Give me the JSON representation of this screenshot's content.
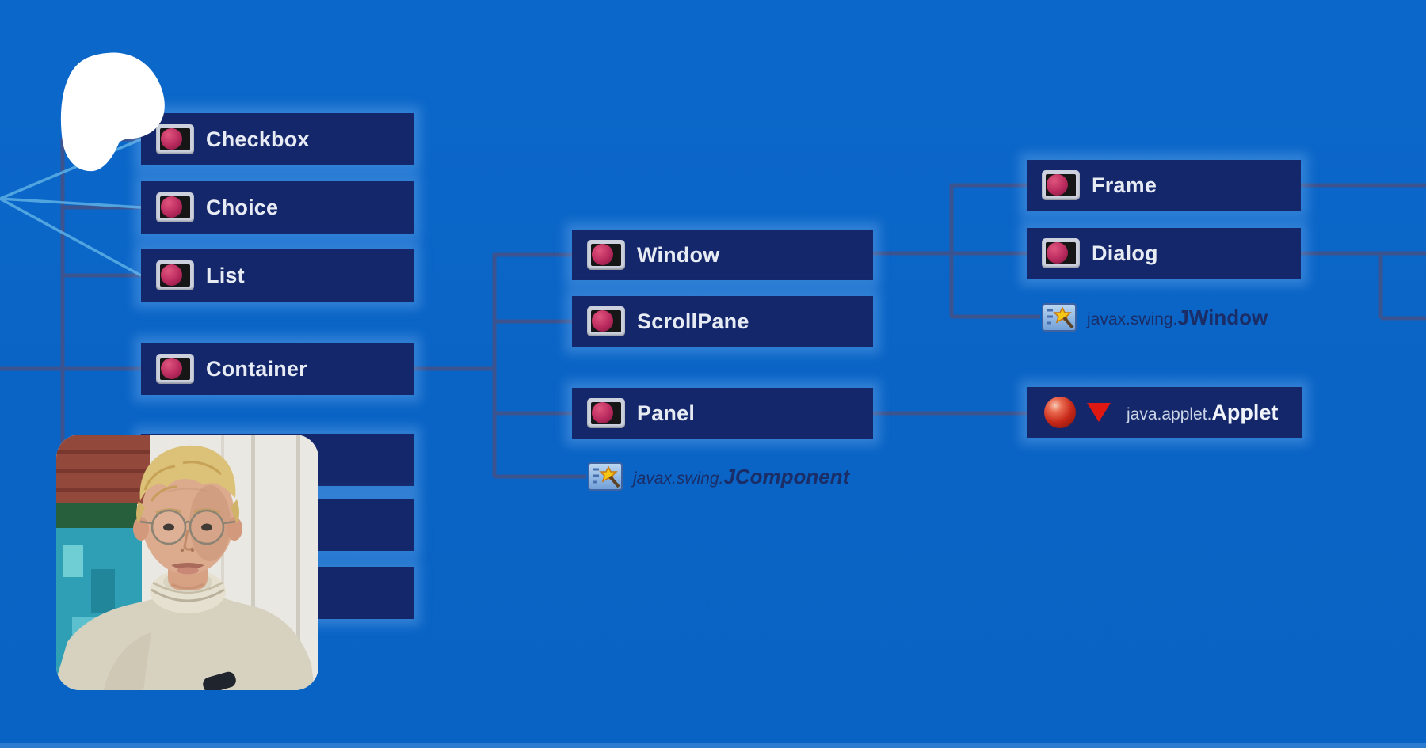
{
  "app": {
    "background_color": "#0a64c5",
    "bottom_strip_color": "#2b7cd0"
  },
  "diagram": {
    "kind": "java-awt-swing-class-hierarchy",
    "colors": {
      "node_fill": "#14276b",
      "node_text": "#e7ebf4",
      "connector_line": "#3b538f",
      "highlight_line": "#54a8e2",
      "package_label_text": "#1b2d66",
      "applet_triangle": "#e01812",
      "component_icon_ball": "#b82a5c",
      "halo": "rgba(130,185,245,0.33)"
    },
    "nodes": {
      "checkbox": {
        "label": "Checkbox"
      },
      "choice": {
        "label": "Choice"
      },
      "list": {
        "label": "List"
      },
      "container": {
        "label": "Container"
      },
      "hidden1": {
        "label": ""
      },
      "hidden2": {
        "label": ""
      },
      "hidden3": {
        "label": ""
      },
      "window": {
        "label": "Window"
      },
      "scrollpane": {
        "label": "ScrollPane"
      },
      "panel": {
        "label": "Panel"
      },
      "frame": {
        "label": "Frame"
      },
      "dialog": {
        "label": "Dialog"
      },
      "jwindow": {
        "package": "javax.swing.",
        "class_name": "JWindow"
      },
      "jcomponent": {
        "package": "javax.swing.",
        "class_name": "JComponent"
      },
      "applet": {
        "package": "java.applet.",
        "class_name": "Applet"
      }
    }
  },
  "overlays": {
    "highlight_blob_color": "#ffffff"
  }
}
